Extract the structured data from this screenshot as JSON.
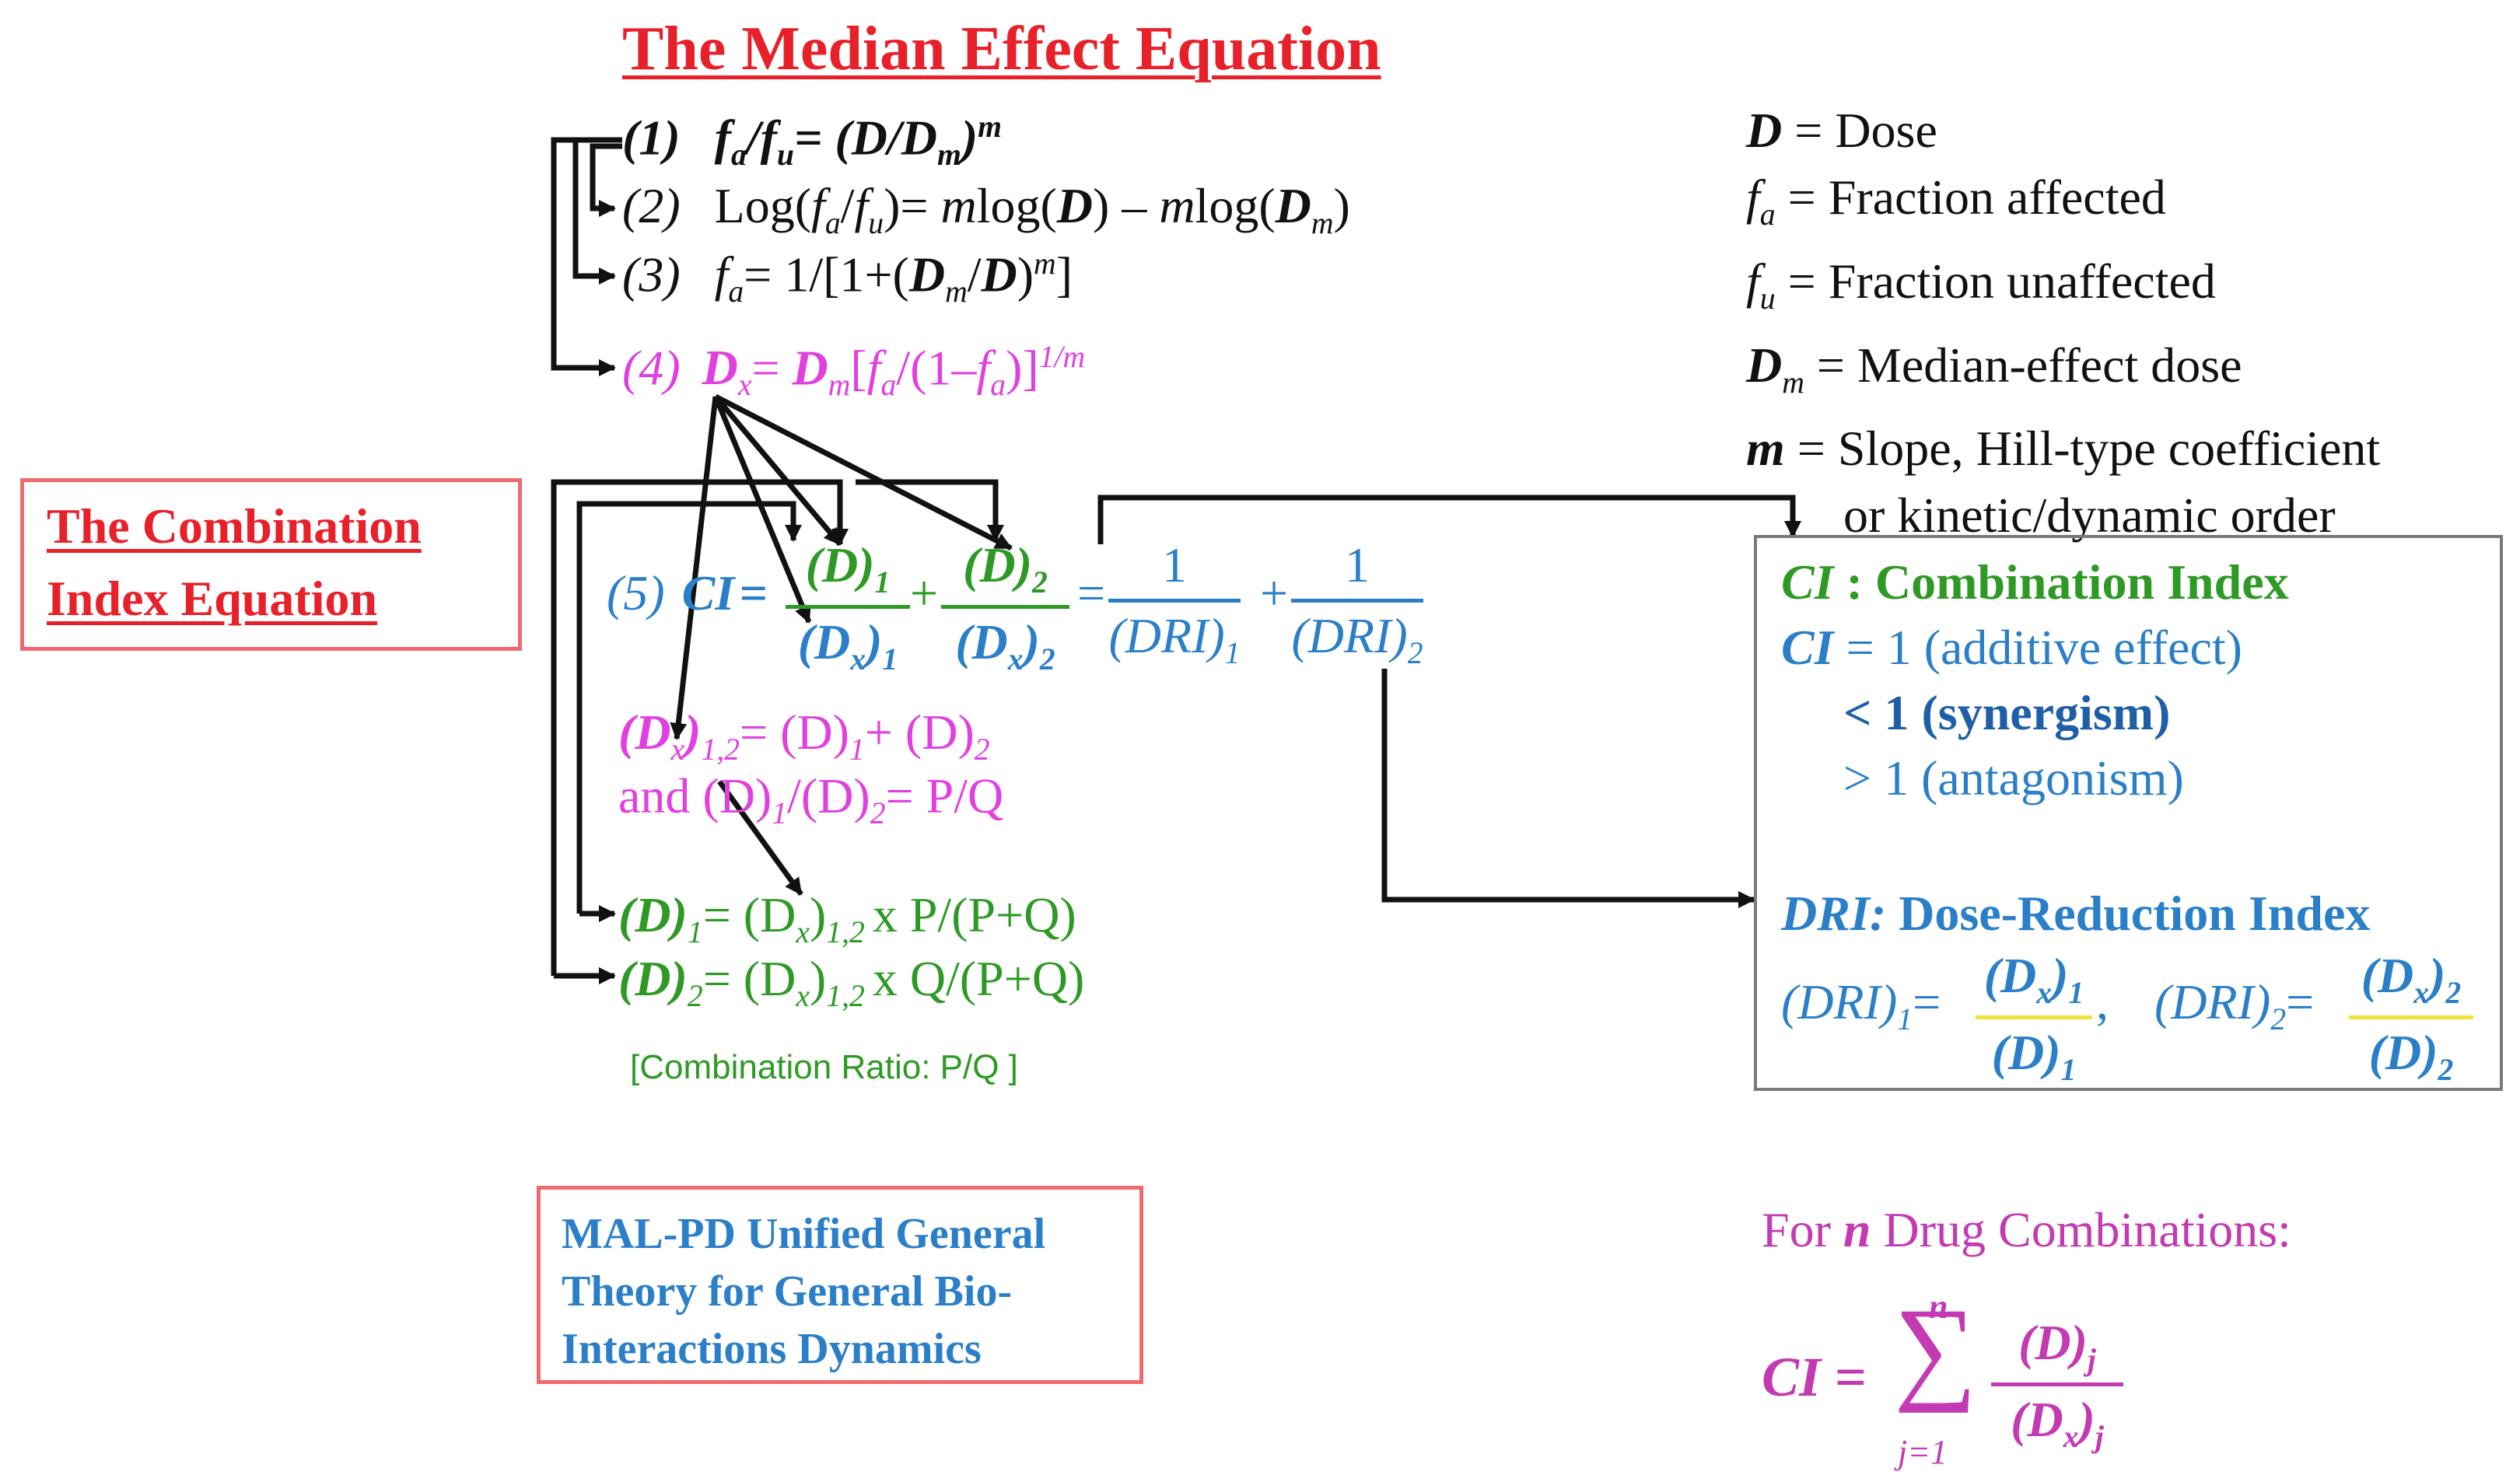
{
  "titles": {
    "median": "The Median Effect Equation",
    "ci_line1": "The Combination",
    "ci_line2": "Index Equation"
  },
  "equations": {
    "eq1": {
      "label": "(1)",
      "lhs": "f",
      "sub_a": "a",
      "slash": "/f",
      "sub_u": "u",
      "eq": "= (D/D",
      "sub_m": "m",
      "close": ")",
      "sup": "m"
    },
    "eq2": {
      "label": "(2)",
      "text_a": "Log(",
      "f1": "f",
      "s1": "a",
      "mid": "/",
      "f2": "f",
      "s2": "u",
      "text_b": ")= ",
      "m1": "m",
      "log1": "log(",
      "D": "D",
      "log1c": ") – ",
      "m2": "m",
      "log2": "log(",
      "D2": "D",
      "s3": "m",
      "log2c": ")"
    },
    "eq3": {
      "label": "(3)",
      "f": "f",
      "s": "a",
      "text": "= 1/[1+(",
      "D1": "D",
      "s1": "m",
      "slash": "/",
      "D2": "D",
      "close": ")",
      "sup": "m",
      "end": "]"
    },
    "eq4": {
      "label": "(4)",
      "D": "D",
      "s": "x",
      "eq": "= ",
      "D2": "D",
      "s2": "m",
      "br": "[",
      "f": "f",
      "sf": "a",
      "mid": "/(1–",
      "f2": "f",
      "sf2": "a",
      "close": ")]",
      "sup": "1/m"
    },
    "eq5": {
      "label": "(5)",
      "ci": "CI",
      "eq": "=",
      "t1_num": "(D)",
      "t1_num_sub": "1",
      "t1_den": "(D",
      "t1_den_sub": "x",
      "t1_den_close": ")",
      "t1_den_sub2": "1",
      "plus": "+",
      "t2_num": "(D)",
      "t2_num_sub": "2",
      "t2_den": "(D",
      "t2_den_sub": "x",
      "t2_den_close": ")",
      "t2_den_sub2": "2",
      "eq2": "=",
      "t3_num": "1",
      "t3_den": "(DRI)",
      "t3_den_sub": "1",
      "plus2": "+",
      "t4_num": "1",
      "t4_den": "(DRI)",
      "t4_den_sub": "2"
    },
    "eq6": {
      "a": "(D",
      "as": "x",
      "ac": ")",
      "asub": "1,2",
      "b": "= (D)",
      "bs": "1",
      "c": "+ (D)",
      "cs": "2"
    },
    "eq7": {
      "a": "and (D)",
      "as": "1",
      "b": "/(D)",
      "bs": "2",
      "c": "= P/Q"
    },
    "eq8": {
      "a": "(D)",
      "as": "1",
      "b": "= (D",
      "bs": "x",
      "bc": ")",
      "bsub": "1,2",
      "c": "x P/(P+Q)"
    },
    "eq9": {
      "a": "(D)",
      "as": "2",
      "b": "= (D",
      "bs": "x",
      "bc": ")",
      "bsub": "1,2",
      "c": "x Q/(P+Q)"
    },
    "ratio": "[Combination Ratio: P/Q ]"
  },
  "legend": [
    {
      "sym": "D",
      "sub": "",
      "text": " = Dose"
    },
    {
      "sym": "f",
      "sub": "a",
      "text": " = Fraction affected"
    },
    {
      "sym": "f",
      "sub": "u",
      "text": " = Fraction unaffected"
    },
    {
      "sym": "D",
      "sub": "m",
      "text": " = Median-effect dose"
    },
    {
      "sym": "m",
      "sub": "",
      "text": " = Slope, Hill-type coefficient"
    },
    {
      "sym": "",
      "sub": "",
      "text": "or kinetic/dynamic order"
    }
  ],
  "ci_box": {
    "title_sym": "CI",
    "title_text": " : Combination Index",
    "l1_sym": "CI",
    "l1_text": " = 1 (additive effect)",
    "l2": "< 1 (synergism)",
    "l3": "> 1 (antagonism)",
    "dri_sym": "DRI:",
    "dri_text": " Dose-Reduction Index",
    "dri1_lhs": "(DRI)",
    "dri1_lhs_sub": "1",
    "dri1_eq": "=",
    "dri1_num": "(D",
    "dri1_num_sub": "x",
    "dri1_num_close": ")",
    "dri1_num_sub2": "1",
    "dri1_den": "(D)",
    "dri1_den_sub": "1",
    "comma": ",",
    "dri2_lhs": "(DRI)",
    "dri2_lhs_sub": "2",
    "dri2_eq": "=",
    "dri2_num": "(D",
    "dri2_num_sub": "x",
    "dri2_num_close": ")",
    "dri2_num_sub2": "2",
    "dri2_den": "(D)",
    "dri2_den_sub": "2"
  },
  "malpd": {
    "l1": "MAL-PD Unified General",
    "l2": "Theory for General Bio-",
    "l3": "Interactions Dynamics"
  },
  "n_drug": {
    "pre": "For ",
    "n": "n",
    "post": " Drug Combinations:",
    "ci": "CI",
    "eq": "=",
    "sigma": "∑",
    "top": "n",
    "bottom": "j=1",
    "num": "(D)",
    "num_sub": "j",
    "den": "(D",
    "den_sub": "x",
    "den_close": ")",
    "den_sub2": "j"
  },
  "colors": {
    "red": "#e8202a",
    "black": "#111111",
    "blue": "#2a7fc8",
    "green": "#2e9a25",
    "magenta": "#e23fe0",
    "magenta_dark": "#c33ab3",
    "yellow": "#f2e23a",
    "box_red": "#ee6a6e",
    "box_gray": "#7a7a7a"
  }
}
